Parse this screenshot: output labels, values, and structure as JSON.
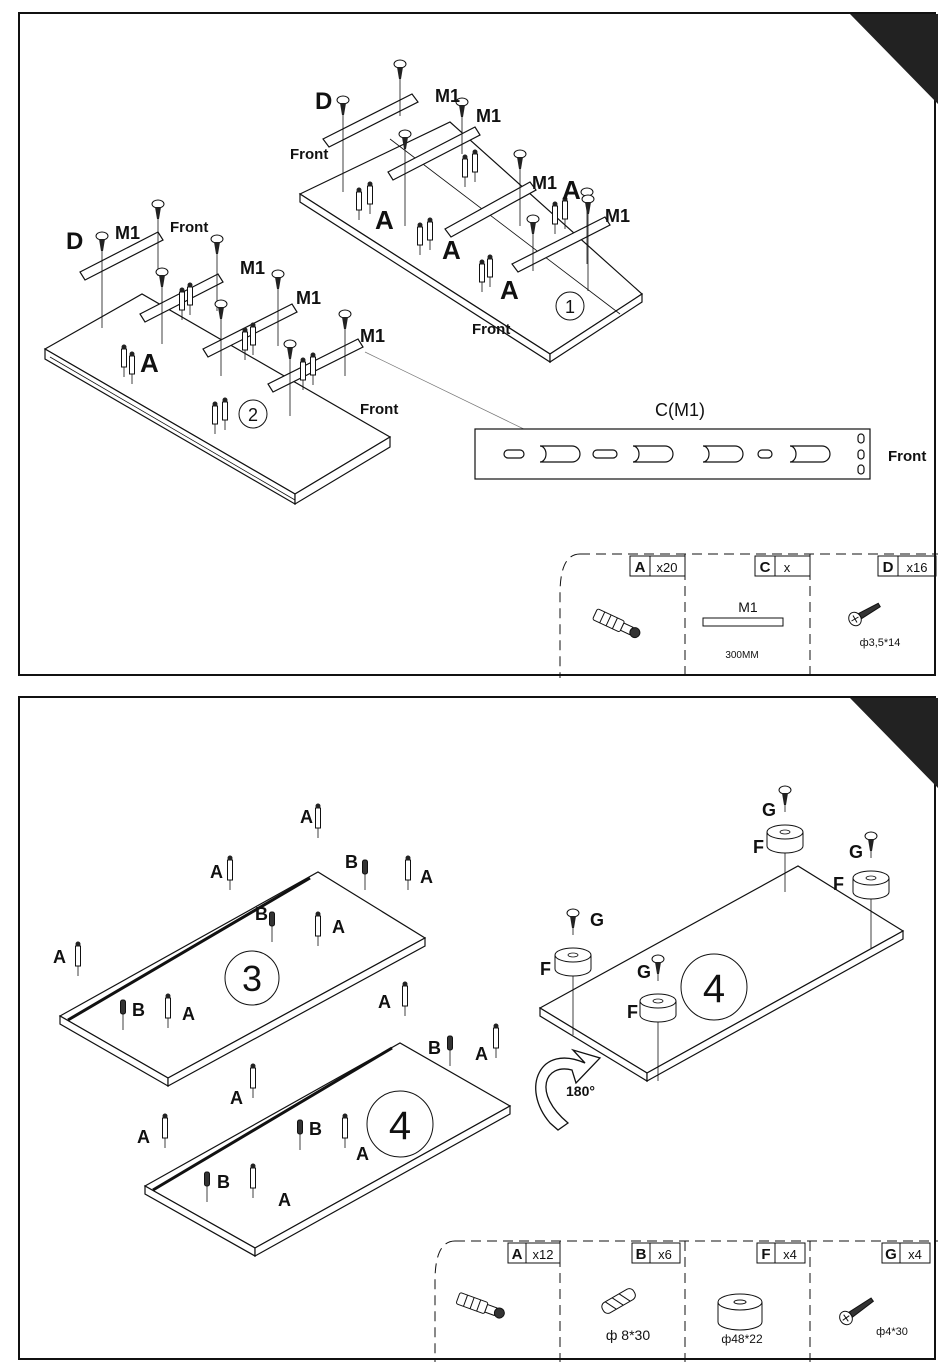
{
  "step1": {
    "panel_numbers": [
      "1",
      "2"
    ],
    "label_D": "D",
    "label_M1": "M1",
    "label_A": "A",
    "label_front": "Front",
    "detail_title": "C(M1)",
    "detail_front": "Front",
    "parts": [
      {
        "letter": "A",
        "qty": "x20",
        "spec": ""
      },
      {
        "letter": "C",
        "qty": "x",
        "spec": "300MM",
        "name": "M1"
      },
      {
        "letter": "D",
        "qty": "x16",
        "spec": "ф3,5*14"
      }
    ]
  },
  "step2": {
    "panel_numbers": [
      "3",
      "4",
      "4"
    ],
    "label_A": "A",
    "label_B": "B",
    "label_F": "F",
    "label_G": "G",
    "rotate": "180°",
    "parts": [
      {
        "letter": "A",
        "qty": "x12",
        "spec": ""
      },
      {
        "letter": "B",
        "qty": "x6",
        "spec": "ф 8*30"
      },
      {
        "letter": "F",
        "qty": "x4",
        "spec": "ф48*22"
      },
      {
        "letter": "G",
        "qty": "x4",
        "spec": "ф4*30"
      }
    ]
  }
}
